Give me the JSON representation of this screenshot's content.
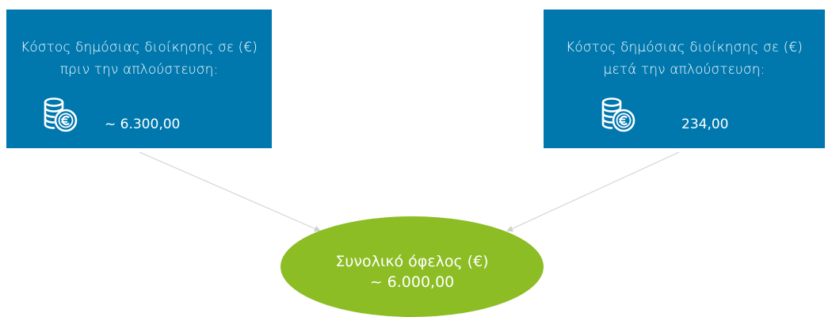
{
  "before_box": {
    "title": "Κόστος δημόσιας διοίκησης σε (€) πριν την απλούστευση:",
    "value": "~ 6.300,00",
    "icon": "euro-coins-icon"
  },
  "after_box": {
    "title": "Κόστος δημόσιας διοίκησης σε (€) μετά την απλούστευση:",
    "value": "234,00",
    "icon": "euro-coins-icon"
  },
  "result": {
    "title": "Συνολικό όφελος (€)",
    "value": "~ 6.000,00"
  },
  "colors": {
    "box": "#0078ae",
    "result": "#8cbd24",
    "connector": "#d9d9d9",
    "text": "#ffffff"
  }
}
